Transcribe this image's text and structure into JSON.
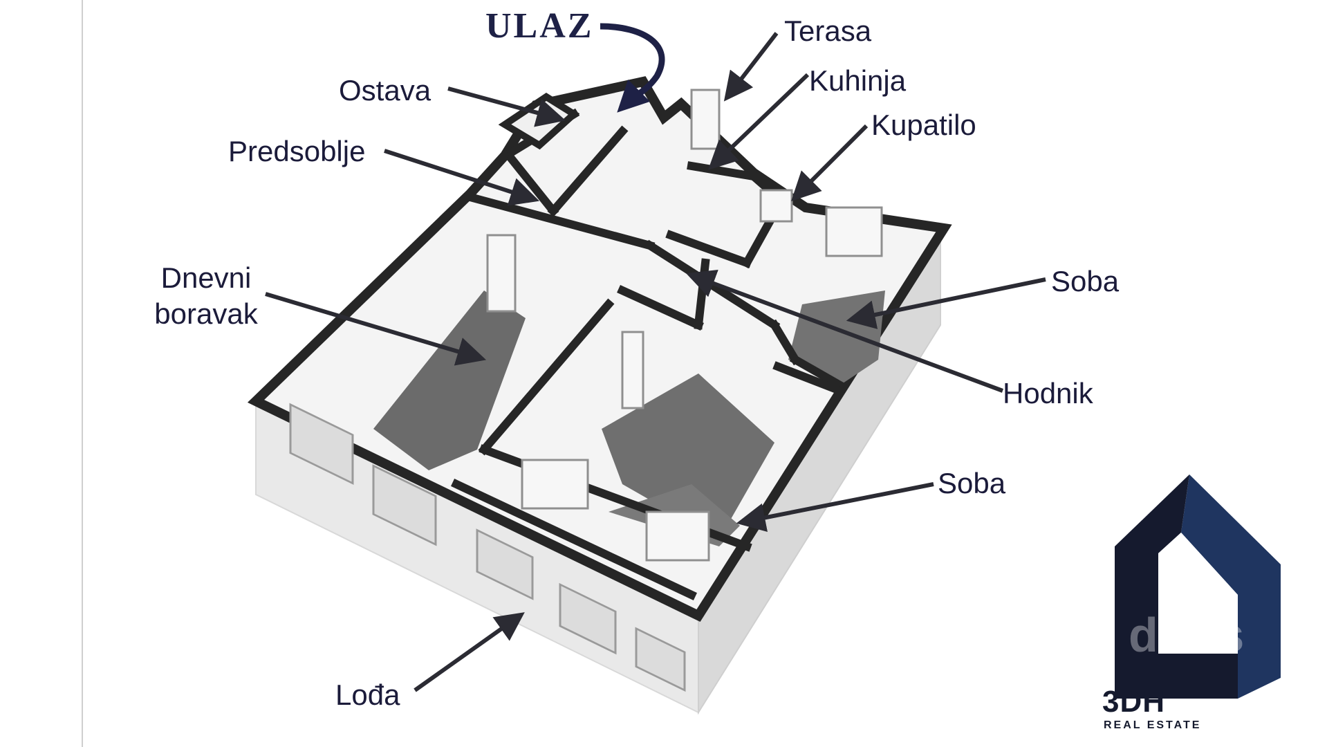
{
  "entrance_label": "ULAZ",
  "rooms": [
    {
      "id": "terasa",
      "label": "Terasa"
    },
    {
      "id": "kuhinja",
      "label": "Kuhinja"
    },
    {
      "id": "ostava",
      "label": "Ostava"
    },
    {
      "id": "kupatilo",
      "label": "Kupatilo"
    },
    {
      "id": "predsoblje",
      "label": "Predsoblje"
    },
    {
      "id": "dnevni",
      "label": "Dnevni boravak"
    },
    {
      "id": "soba1",
      "label": "Soba"
    },
    {
      "id": "hodnik",
      "label": "Hodnik"
    },
    {
      "id": "soba2",
      "label": "Soba"
    },
    {
      "id": "lodja",
      "label": "Lođa"
    }
  ],
  "brand": {
    "name": "3DH",
    "tagline": "REAL ESTATE",
    "watermark": "da.rs",
    "colors": {
      "navy": "#1f3560",
      "dark": "#151a2e"
    }
  },
  "colors": {
    "label_text": "#1b1b3a",
    "arrow": "#2b2b33",
    "entrance_arrow": "#1e2146",
    "wall": "#2a2a2a",
    "floor": "#6e6e6e",
    "interior": "#ececec"
  }
}
